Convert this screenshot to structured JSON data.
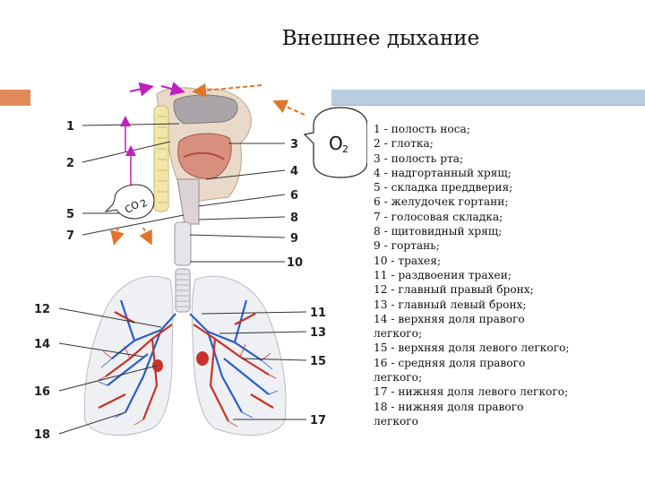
{
  "title": "Внешнее дыхание",
  "bubble_o2": {
    "main": "O",
    "sub": "2"
  },
  "bubble_co2": {
    "main": "CO",
    "sub": "2"
  },
  "left_labels": [
    "1",
    "2",
    "5",
    "7",
    "12",
    "14",
    "16",
    "18"
  ],
  "right_labels": [
    "3",
    "4",
    "6",
    "8",
    "9",
    "10",
    "11",
    "13",
    "15",
    "17"
  ],
  "legend": [
    "1 - полость носа;",
    "2 - глотка;",
    "3 - полость рта;",
    "4 - надгортанный хрящ;",
    "5 - складка преддверия;",
    "6 - желудочек гортани;",
    "7 - голосовая складка;",
    "8 - щитовидный хрящ;",
    "9 - гортань;",
    "10 - трахея;",
    "11 - раздвоения трахеи;",
    "12 - главный правый бронх;",
    "13 - главный левый бронх;",
    "14 - верхняя доля правого",
    "легкого;",
    "15 - верхняя доля левого легкого;",
    "16 - средняя доля правого",
    "легкого;",
    "17 - нижняя доля левого легкого;",
    "18 - нижняя доля правого",
    "легкого"
  ],
  "colors": {
    "accent_left": "#e08a5a",
    "accent_right": "#b9cde0",
    "arrow_orange": "#e0742a",
    "arrow_magenta": "#c020c0",
    "vessel_red": "#c8322a",
    "vessel_blue": "#2a5fc8"
  }
}
